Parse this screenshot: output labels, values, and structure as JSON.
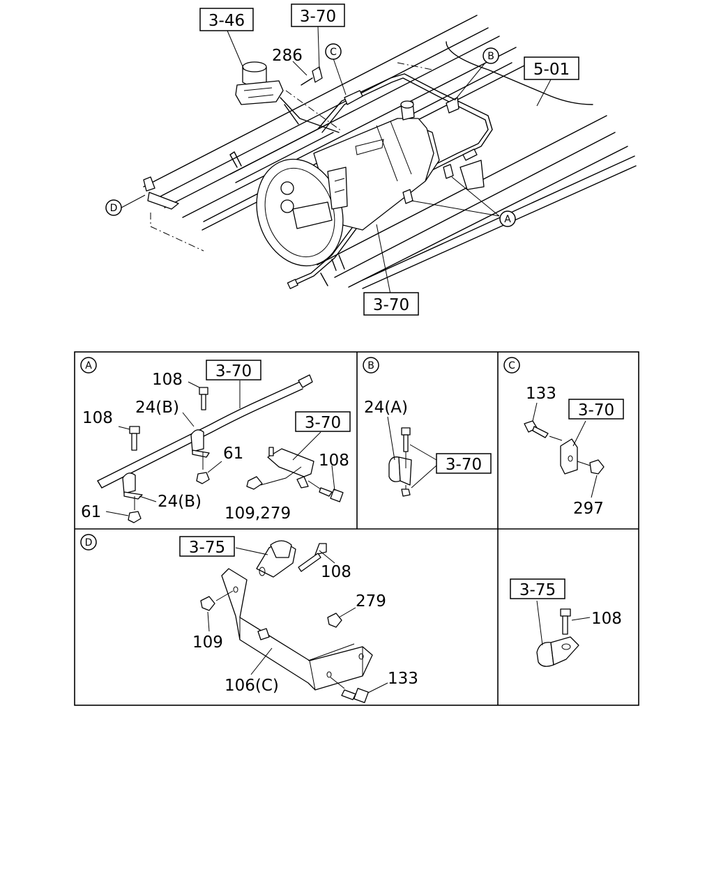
{
  "main_diagram": {
    "refs": {
      "r346": "3-46",
      "r370_top": "3-70",
      "r501": "5-01",
      "r370_bottom": "3-70"
    },
    "parts": {
      "p286": "286"
    },
    "callouts": {
      "A": "A",
      "B": "B",
      "C": "C",
      "D": "D"
    }
  },
  "panel_A": {
    "letter": "A",
    "ref1": "3-70",
    "ref2": "3-70",
    "p108a": "108",
    "p108b": "108",
    "p108c": "108",
    "p24b_top": "24(B)",
    "p24b_bottom": "24(B)",
    "p61a": "61",
    "p61b": "61",
    "p109_279": "109,279"
  },
  "panel_B": {
    "letter": "B",
    "ref": "3-70",
    "p24a": "24(A)"
  },
  "panel_C": {
    "letter": "C",
    "ref": "3-70",
    "p133": "133",
    "p297": "297"
  },
  "panel_D": {
    "letter": "D",
    "ref": "3-75",
    "p108": "108",
    "p279": "279",
    "p109": "109",
    "p106c": "106(C)",
    "p133": "133"
  },
  "panel_E": {
    "ref": "3-75",
    "p108": "108"
  }
}
